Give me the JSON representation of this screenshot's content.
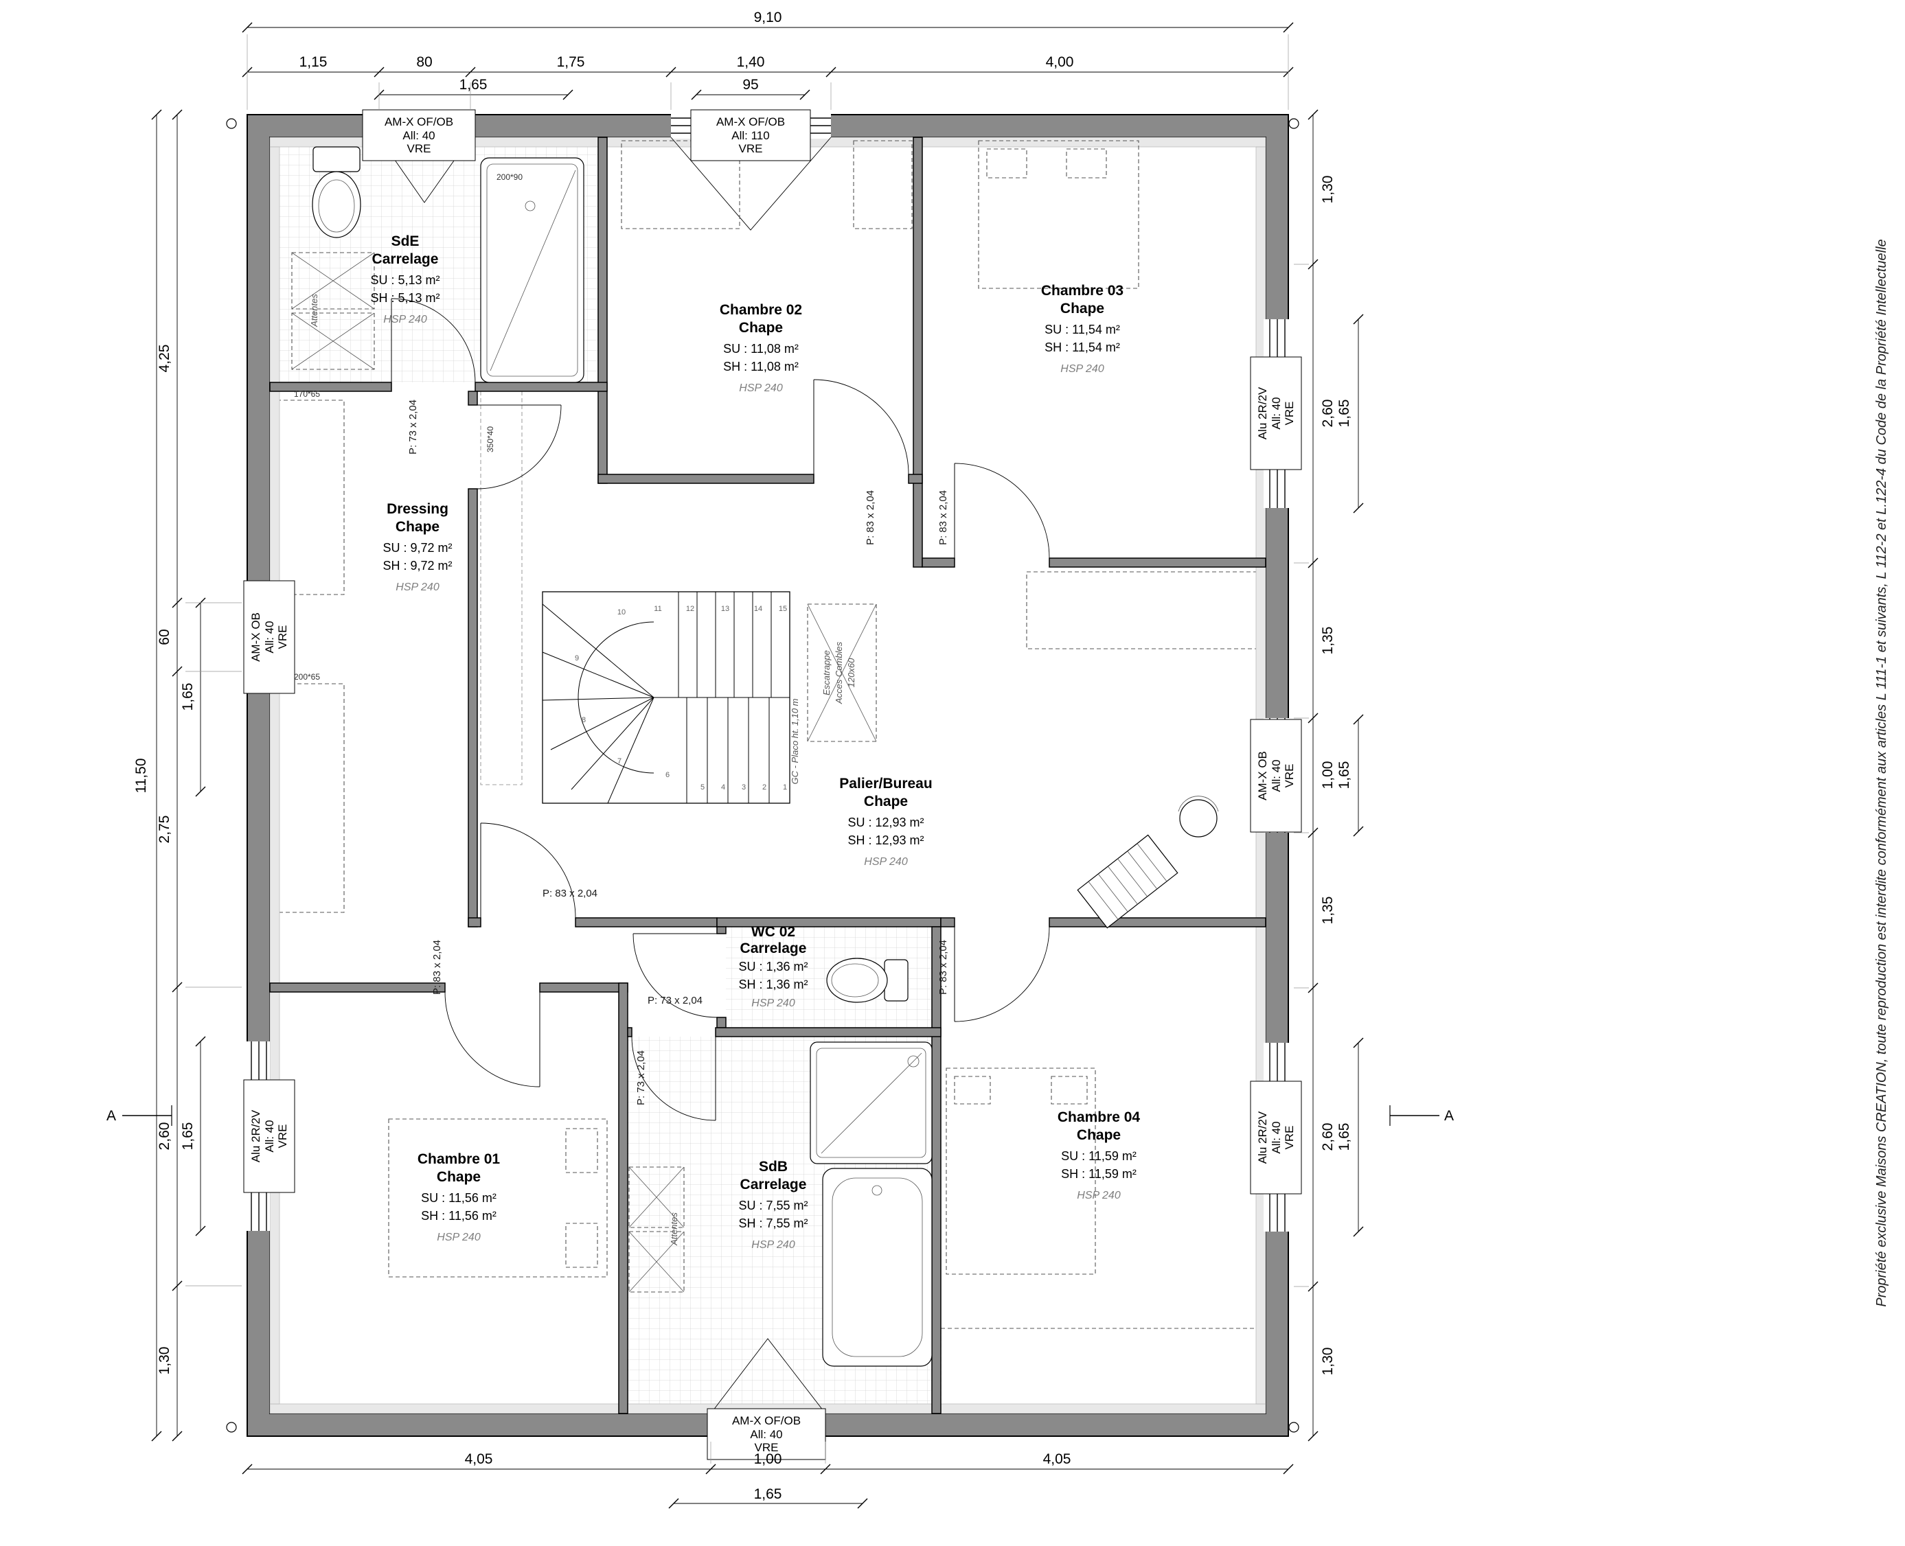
{
  "dims": {
    "top": {
      "overall": "9,10",
      "c1": "1,15",
      "c2": "80",
      "c3": "1,75",
      "c4": "1,40",
      "c5": "4,00",
      "s1": "1,65",
      "s2": "95"
    },
    "left": {
      "overall": "11,50",
      "c1": "4,25",
      "c2": "60",
      "c3": "2,75",
      "c4": "2,60",
      "c5": "1,30",
      "s1": "1,65",
      "s2": "1,65"
    },
    "right": {
      "c1": "1,30",
      "c2": "2,60",
      "c3": "1,35",
      "c4": "1,00",
      "c5": "1,35",
      "c6": "2,60",
      "c7": "1,30",
      "s1": "1,65",
      "s2": "1,65",
      "s3": "1,65"
    },
    "bottom": {
      "c1": "4,05",
      "c2": "1,00",
      "c3": "4,05",
      "s1": "1,65"
    }
  },
  "rooms": {
    "sde": {
      "name": "SdE",
      "finish": "Carrelage",
      "su": "SU : 5,13 m²",
      "sh": "SH : 5,13 m²",
      "hsp": "HSP 240"
    },
    "ch02": {
      "name": "Chambre 02",
      "finish": "Chape",
      "su": "SU : 11,08 m²",
      "sh": "SH : 11,08 m²",
      "hsp": "HSP 240"
    },
    "ch03": {
      "name": "Chambre 03",
      "finish": "Chape",
      "su": "SU : 11,54 m²",
      "sh": "SH : 11,54 m²",
      "hsp": "HSP 240"
    },
    "dressing": {
      "name": "Dressing",
      "finish": "Chape",
      "su": "SU : 9,72 m²",
      "sh": "SH : 9,72 m²",
      "hsp": "HSP 240"
    },
    "palier": {
      "name": "Palier/Bureau",
      "finish": "Chape",
      "su": "SU : 12,93 m²",
      "sh": "SH : 12,93 m²",
      "hsp": "HSP 240"
    },
    "wc02": {
      "name": "WC 02",
      "finish": "Carrelage",
      "su": "SU : 1,36 m²",
      "sh": "SH : 1,36 m²",
      "hsp": "HSP 240"
    },
    "ch01": {
      "name": "Chambre 01",
      "finish": "Chape",
      "su": "SU : 11,56 m²",
      "sh": "SH : 11,56 m²",
      "hsp": "HSP 240"
    },
    "sdb": {
      "name": "SdB",
      "finish": "Carrelage",
      "su": "SU : 7,55 m²",
      "sh": "SH : 7,55 m²",
      "hsp": "HSP 240"
    },
    "ch04": {
      "name": "Chambre 04",
      "finish": "Chape",
      "su": "SU : 11,59 m²",
      "sh": "SH : 11,59 m²",
      "hsp": "HSP 240"
    }
  },
  "windows": {
    "top_left": {
      "model": "AM-X OF/OB",
      "allege": "All:  40",
      "pose": "VRE"
    },
    "top_center": {
      "model": "AM-X OF/OB",
      "allege": "All:  110",
      "pose": "VRE"
    },
    "left_middle": {
      "model": "AM-X OB",
      "allege": "All:  40",
      "pose": "VRE"
    },
    "left_lower": {
      "model": "Alu 2R/2V",
      "allege": "All:  40",
      "pose": "VRE"
    },
    "right_upper": {
      "model": "Alu 2R/2V",
      "allege": "All:  40",
      "pose": "VRE"
    },
    "right_middle": {
      "model": "AM-X OB",
      "allege": "All:  40",
      "pose": "VRE"
    },
    "right_lower": {
      "model": "Alu 2R/2V",
      "allege": "All:  40",
      "pose": "VRE"
    },
    "bottom_center": {
      "model": "AM-X OF/OB",
      "allege": "All:  40",
      "pose": "VRE"
    }
  },
  "doors": {
    "p73": "P: 73 x 2,04",
    "p83": "P: 83 x 2,04"
  },
  "ann": {
    "shower_size": "200*90",
    "rail_size": "350*40",
    "niche1": "170*65",
    "niche2": "200*65",
    "attentes": "Attentes",
    "esc1": "Escatrappe",
    "esc2": "Acces Combles",
    "esc3": "120x60",
    "gc": "GC - Placo ht. 1,10 m",
    "section": "A"
  },
  "stair": [
    "1",
    "2",
    "3",
    "4",
    "5",
    "6",
    "7",
    "8",
    "9",
    "10",
    "11",
    "12",
    "13",
    "14",
    "15"
  ],
  "copyright": "Propriété exclusive Maisons CREATION, toute reproduction est interdite conformément aux articles L 111-1 et suivants, L 112-2 et L.122-4 du Code de la Propriété Intellectuelle"
}
